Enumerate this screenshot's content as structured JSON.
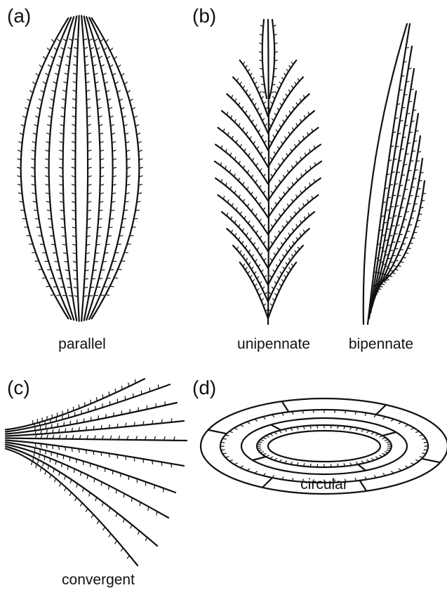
{
  "panels": [
    {
      "id": "a",
      "letter": "(a)",
      "caption": "parallel"
    },
    {
      "id": "b",
      "letter": "(b)",
      "caption_left": "unipennate",
      "caption_right": "bipennate"
    },
    {
      "id": "c",
      "letter": "(c)",
      "caption": "convergent"
    },
    {
      "id": "d",
      "letter": "(d)",
      "caption": "circular"
    }
  ],
  "colors": {
    "ink": "#111111",
    "background": "#ffffff"
  }
}
